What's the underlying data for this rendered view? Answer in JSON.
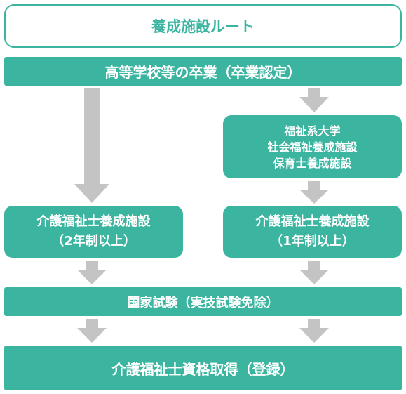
{
  "title": "養成施設ルート",
  "high_school": "高等学校等の卒業（卒業認定）",
  "welfare_univ": {
    "lines": [
      "福祉系大学",
      "社会福祉養成施設",
      "保育士養成施設"
    ]
  },
  "training_2yr": {
    "line1": "介護福祉士養成施設",
    "line2": "（2年制以上）"
  },
  "training_1yr": {
    "line1": "介護福祉士養成施設",
    "line2": "（1年制以上）"
  },
  "national_exam": "国家試験（実技試験免除）",
  "certification": "介護福祉士資格取得（登録）",
  "colors": {
    "box_fill": "#3cb5a0",
    "arrow": "#c4c4c4",
    "title_text": "#3cb5a0"
  }
}
